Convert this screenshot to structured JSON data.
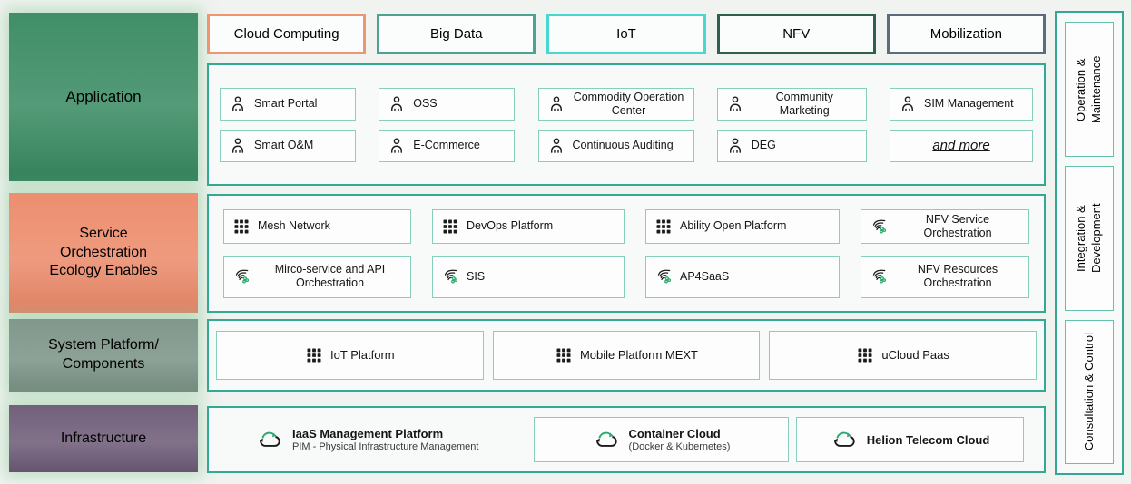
{
  "tabs": [
    {
      "label": "Cloud Computing",
      "border_color": "#f09572"
    },
    {
      "label": "Big Data",
      "border_color": "#4ba394"
    },
    {
      "label": "IoT",
      "border_color": "#49d7d2"
    },
    {
      "label": "NFV",
      "border_color": "#2f604d"
    },
    {
      "label": "Mobilization",
      "border_color": "#5d6c7b"
    }
  ],
  "layers": {
    "application": {
      "label": "Application",
      "color": "#388a62"
    },
    "service": {
      "label": "Service Orchestration Ecology Enables",
      "color": "#ec8a6a"
    },
    "system": {
      "label": "System Platform/ Components",
      "color": "#7b9386"
    },
    "infrastructure": {
      "label": "Infrastructure",
      "color": "#6d5a76"
    }
  },
  "application": {
    "items": [
      {
        "label": "Smart Portal",
        "icon": "person-icon"
      },
      {
        "label": "OSS",
        "icon": "person-icon"
      },
      {
        "label": "Commodity Operation Center",
        "icon": "person-icon"
      },
      {
        "label": "Community Marketing",
        "icon": "person-icon"
      },
      {
        "label": "SIM Management",
        "icon": "person-icon"
      },
      {
        "label": "Smart O&M",
        "icon": "person-icon"
      },
      {
        "label": "E-Commerce",
        "icon": "person-icon"
      },
      {
        "label": "Continuous Auditing",
        "icon": "person-icon"
      },
      {
        "label": "DEG",
        "icon": "person-icon"
      },
      {
        "label": "and more",
        "icon": null,
        "emphasis": "italic-underline"
      }
    ]
  },
  "service": {
    "items": [
      {
        "label": "Mesh Network",
        "icon": "grid-icon"
      },
      {
        "label": "DevOps Platform",
        "icon": "grid-icon"
      },
      {
        "label": "Ability Open Platform",
        "icon": "grid-icon"
      },
      {
        "label": "NFV Service Orchestration",
        "icon": "services-icon"
      },
      {
        "label": "Mirco-service and API Orchestration",
        "icon": "services-icon"
      },
      {
        "label": "SIS",
        "icon": "services-icon"
      },
      {
        "label": "AP4SaaS",
        "icon": "services-icon"
      },
      {
        "label": "NFV Resources Orchestration",
        "icon": "services-icon"
      }
    ]
  },
  "system": {
    "items": [
      {
        "label": "IoT Platform",
        "icon": "grid-icon"
      },
      {
        "label": "Mobile Platform MEXT",
        "icon": "grid-icon"
      },
      {
        "label": "uCloud Paas",
        "icon": "grid-icon"
      }
    ]
  },
  "infrastructure": {
    "items": [
      {
        "title": "IaaS Management Platform",
        "subtitle": "PIM - Physical Infrastructure Management",
        "icon": "cloud-sync-icon"
      },
      {
        "title": "Container Cloud",
        "subtitle": "(Docker & Kubernetes)",
        "icon": "cloud-sync-icon"
      },
      {
        "title": "Helion Telecom Cloud",
        "subtitle": "",
        "icon": "cloud-sync-icon"
      }
    ]
  },
  "sidebar": {
    "items": [
      {
        "label": "Operation & Maintenance"
      },
      {
        "label": "Integration & Development"
      },
      {
        "label": "Consultation & Control"
      }
    ]
  },
  "palette": {
    "container_border": "#35a893",
    "item_border": "#86cfbd",
    "accent_green": "#2ca86f",
    "background": "#f0f3f0"
  }
}
